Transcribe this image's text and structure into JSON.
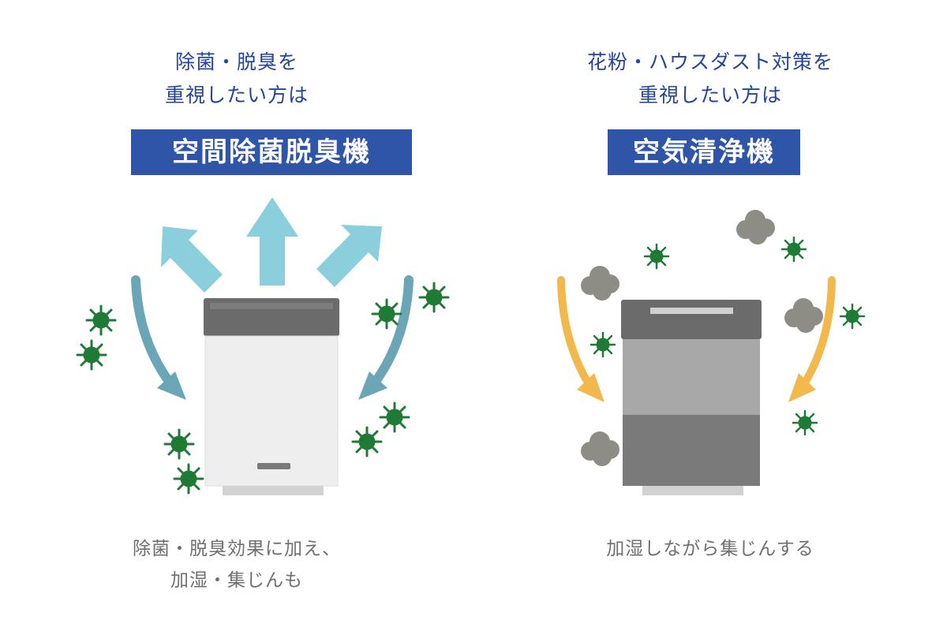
{
  "colors": {
    "title_text": "#24459a",
    "badge_bg": "#2f55a8",
    "badge_text": "#ffffff",
    "caption_text": "#6f6f6f",
    "germ": "#1f7a35",
    "arrow_up": "#8ccfdc",
    "arrow_curve_left": "#6aa6b5",
    "arrow_curve_right": "#f2b84b",
    "dust": "#8d8d85",
    "device_top": "#6b6b6b",
    "device_body_light": "#eeeeee",
    "device_body_mid": "#a8a8a8",
    "device_body_dark": "#7a7a7a"
  },
  "left": {
    "lead_line1": "除菌・脱臭を",
    "lead_line2": "重視したい方は",
    "badge": "空間除菌脱臭機",
    "caption_line1": "除菌・脱臭効果に加え、",
    "caption_line2": "加湿・集じんも",
    "icons": [
      "germ-icon",
      "arrow-up-icon",
      "curved-arrow-icon",
      "space-sterilizer-icon"
    ]
  },
  "right": {
    "lead_line1": "花粉・ハウスダスト対策を",
    "lead_line2": "重視したい方は",
    "badge": "空気清浄機",
    "caption_line1": "加湿しながら集じんする",
    "icons": [
      "germ-icon",
      "dust-cloud-icon",
      "curved-arrow-icon",
      "air-purifier-icon"
    ]
  }
}
